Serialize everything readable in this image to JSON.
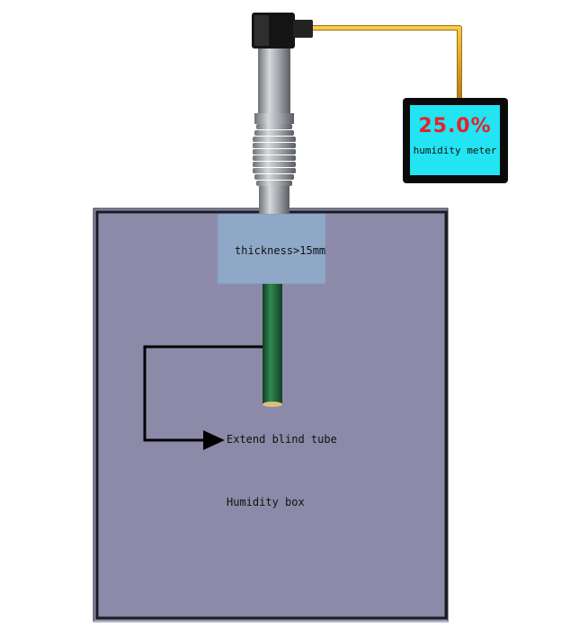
{
  "meter": {
    "value": "25.0%",
    "caption": "humidity meter"
  },
  "labels": {
    "thickness": "thickness>15mm",
    "extend_tube": "Extend blind tube",
    "humidity_box": "Humidity box"
  },
  "colors": {
    "box_fill": "#8c8aa8",
    "box_border": "#2a2a38",
    "window_fill": "#8fa8c8",
    "probe_green": "#1f5e35",
    "cable_yellow": "#e0a826",
    "screen_cyan": "#22e4f2",
    "value_red": "#e8202a"
  }
}
